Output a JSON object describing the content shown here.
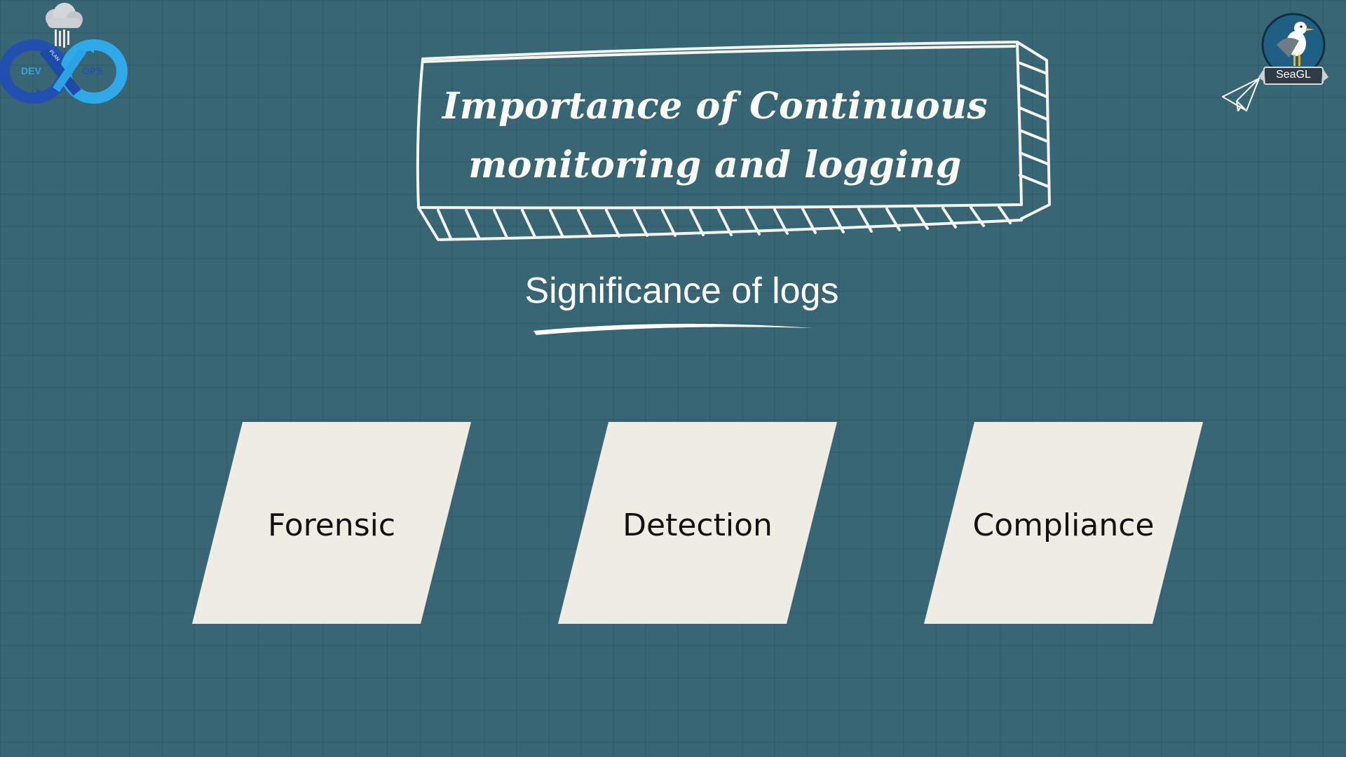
{
  "slide": {
    "title": "Importance of Continuous monitoring and logging",
    "subtitle": "Significance of logs",
    "cards": [
      {
        "label": "Forensic"
      },
      {
        "label": "Detection"
      },
      {
        "label": "Compliance"
      }
    ]
  },
  "logos": {
    "devops": {
      "dev": "DEV",
      "ops": "OPS",
      "plan": "PLAN"
    },
    "seagl": {
      "label": "SeaGL"
    }
  },
  "icons": {
    "paper_plane": "paper-plane-icon",
    "cloud": "cloud-icon",
    "seagull": "seagull-icon"
  },
  "colors": {
    "background": "#386675",
    "card": "#efece3",
    "text_light": "#ffffff",
    "text_dark": "#111111",
    "dev_blue": "#2aa7e8",
    "ops_blue": "#1c55b8"
  }
}
